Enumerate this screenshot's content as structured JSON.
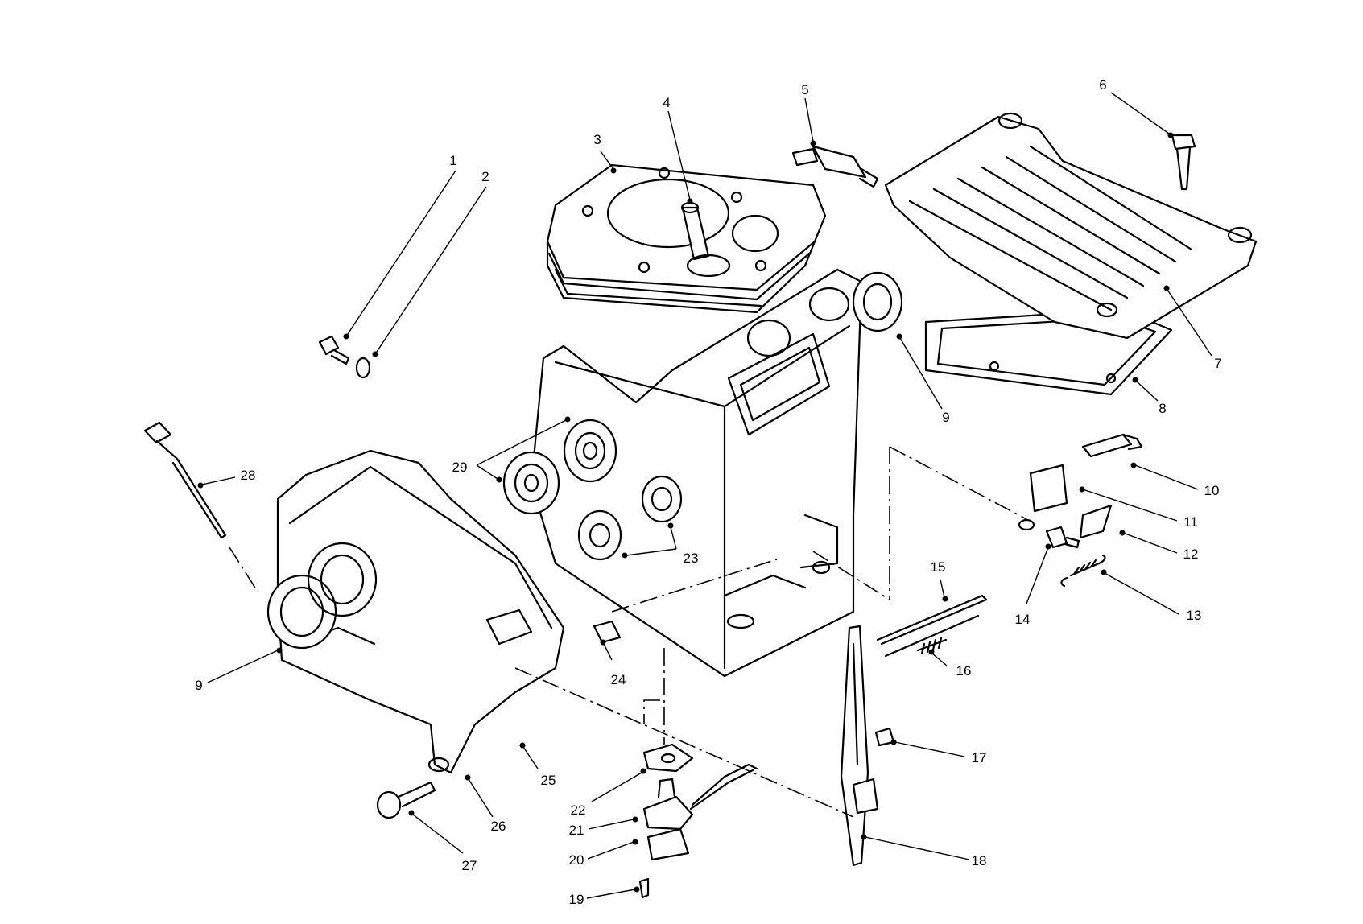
{
  "diagram": {
    "callouts": [
      {
        "id": "c1",
        "label": "1"
      },
      {
        "id": "c2",
        "label": "2"
      },
      {
        "id": "c3",
        "label": "3"
      },
      {
        "id": "c4",
        "label": "4"
      },
      {
        "id": "c5",
        "label": "5"
      },
      {
        "id": "c6",
        "label": "6"
      },
      {
        "id": "c7",
        "label": "7"
      },
      {
        "id": "c8",
        "label": "8"
      },
      {
        "id": "c9a",
        "label": "9"
      },
      {
        "id": "c9b",
        "label": "9"
      },
      {
        "id": "c10",
        "label": "10"
      },
      {
        "id": "c11",
        "label": "11"
      },
      {
        "id": "c12",
        "label": "12"
      },
      {
        "id": "c13",
        "label": "13"
      },
      {
        "id": "c14",
        "label": "14"
      },
      {
        "id": "c15",
        "label": "15"
      },
      {
        "id": "c16",
        "label": "16"
      },
      {
        "id": "c17",
        "label": "17"
      },
      {
        "id": "c18",
        "label": "18"
      },
      {
        "id": "c19",
        "label": "19"
      },
      {
        "id": "c20",
        "label": "20"
      },
      {
        "id": "c21",
        "label": "21"
      },
      {
        "id": "c22",
        "label": "22"
      },
      {
        "id": "c23",
        "label": "23"
      },
      {
        "id": "c24",
        "label": "24"
      },
      {
        "id": "c25",
        "label": "25"
      },
      {
        "id": "c26",
        "label": "26"
      },
      {
        "id": "c27",
        "label": "27"
      },
      {
        "id": "c28",
        "label": "28"
      },
      {
        "id": "c29",
        "label": "29"
      }
    ]
  }
}
